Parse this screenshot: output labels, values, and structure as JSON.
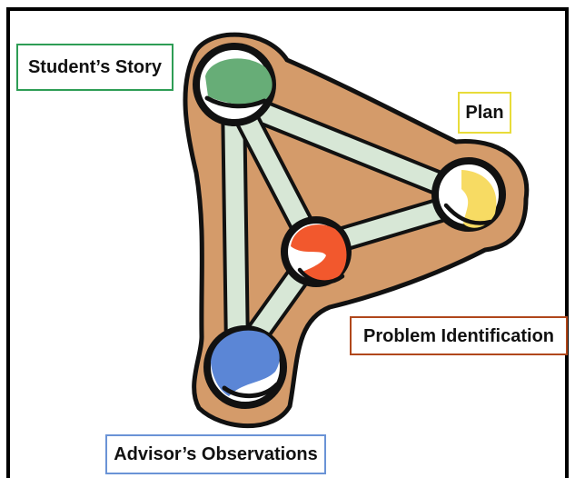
{
  "labels": {
    "student_story": "Student’s Story",
    "plan": "Plan",
    "problem_identification": "Problem Identification",
    "advisor_observations": "Advisor’s Observations"
  },
  "colors": {
    "student_story_node": "#67ad77",
    "plan_node": "#f7db63",
    "problem_node": "#f2582d",
    "advisor_node": "#5b86d6",
    "backdrop": "#d49b6a",
    "connector": "#d7e7d6",
    "student_story_border": "#2e9d55",
    "plan_border": "#e8dc3a",
    "problem_border": "#b0471b",
    "advisor_border": "#6a93d6"
  }
}
